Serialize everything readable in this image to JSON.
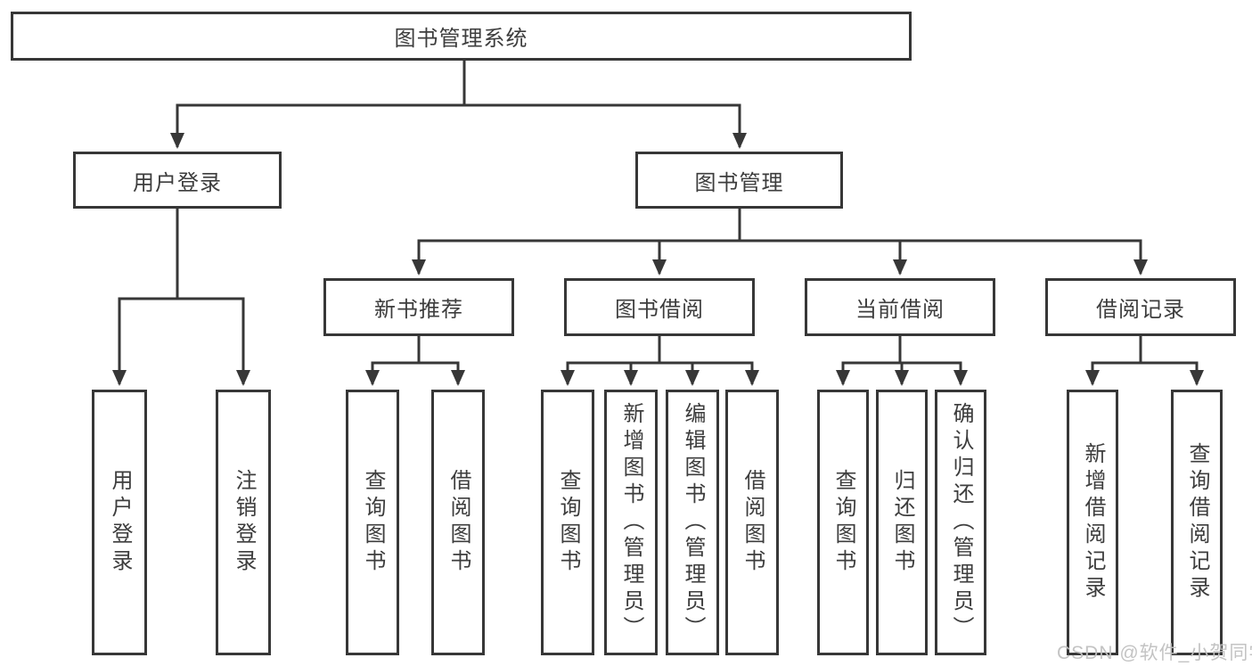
{
  "root": {
    "label": "图书管理系统"
  },
  "login": {
    "label": "用户登录",
    "children": [
      {
        "label": "用户登录"
      },
      {
        "label": "注销登录"
      }
    ]
  },
  "management": {
    "label": "图书管理",
    "sections": [
      {
        "label": "新书推荐",
        "children": [
          {
            "label": "查询图书"
          },
          {
            "label": "借阅图书"
          }
        ]
      },
      {
        "label": "图书借阅",
        "children": [
          {
            "label": "查询图书"
          },
          {
            "label": "新增图书（管理员）"
          },
          {
            "label": "编辑图书（管理员）"
          },
          {
            "label": "借阅图书"
          }
        ]
      },
      {
        "label": "当前借阅",
        "children": [
          {
            "label": "查询图书"
          },
          {
            "label": "归还图书"
          },
          {
            "label": "确认归还（管理员）"
          }
        ]
      },
      {
        "label": "借阅记录",
        "children": [
          {
            "label": "新增借阅记录"
          },
          {
            "label": "查询借阅记录"
          }
        ]
      }
    ]
  },
  "watermark": {
    "text": "CSDN @软件_小贺同学"
  },
  "colors": {
    "line": "#373737",
    "text": "#3d3d3d",
    "watermark": "#c0c0c0"
  }
}
